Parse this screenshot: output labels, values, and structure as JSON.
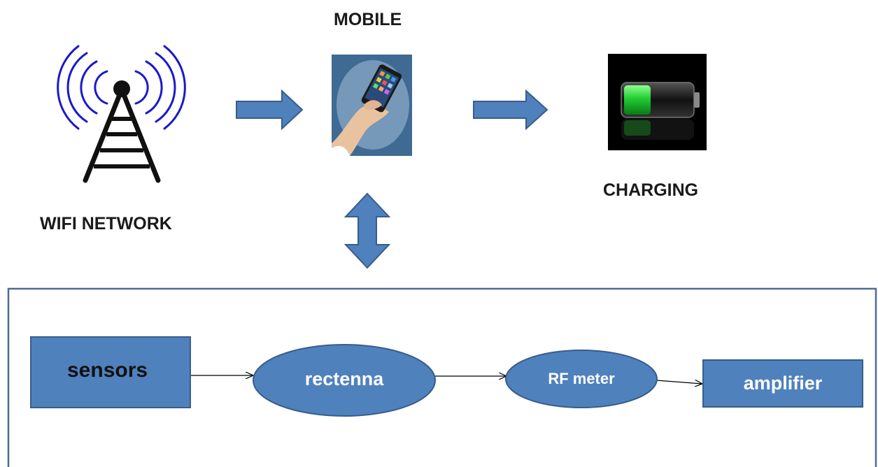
{
  "top": {
    "wifi_label": "WIFI NETWORK",
    "mobile_label": "MOBILE",
    "charging_label": "CHARGING"
  },
  "pipeline": {
    "nodes": [
      {
        "id": "sensors",
        "label": "sensors",
        "shape": "rectangle"
      },
      {
        "id": "rectenna",
        "label": "rectenna",
        "shape": "ellipse"
      },
      {
        "id": "rf-meter",
        "label": "RF meter",
        "shape": "ellipse"
      },
      {
        "id": "amplifier",
        "label": "amplifier",
        "shape": "rectangle"
      }
    ],
    "edges": [
      {
        "from": "sensors",
        "to": "rectenna"
      },
      {
        "from": "rectenna",
        "to": "rf-meter"
      },
      {
        "from": "rf-meter",
        "to": "amplifier"
      }
    ]
  },
  "colors": {
    "shape_fill": "#4f81bd",
    "shape_stroke": "#385d8a",
    "frame_stroke": "#4a6d99",
    "wave_blue": "#1a1acc",
    "battery_green": "#22cc33"
  },
  "icons": {
    "tower": "wifi-tower-icon",
    "phone": "mobile-phone-icon",
    "battery": "battery-charging-icon"
  }
}
